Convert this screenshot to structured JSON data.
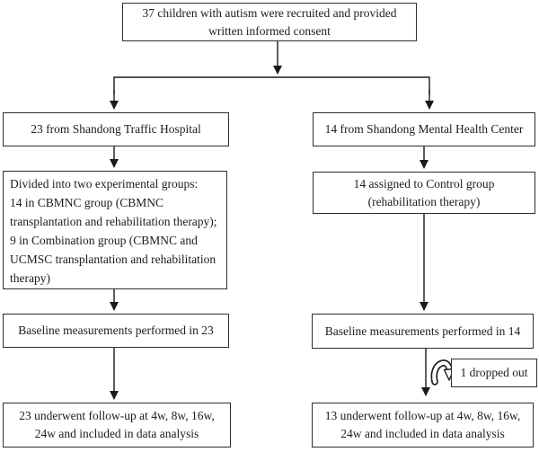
{
  "figure": {
    "type": "flowchart",
    "background": "#ffffff",
    "line_color": "#1a1a1a",
    "box_border_color": "#2e2e2e",
    "text_color": "#1c1c1c"
  },
  "nodes": {
    "recruited": {
      "lines": [
        "37 children with autism were recruited and provided",
        "written informed consent"
      ]
    },
    "traffic": {
      "lines": [
        "23 from Shandong Traffic Hospital"
      ]
    },
    "mental": {
      "lines": [
        "14 from Shandong Mental Health Center"
      ]
    },
    "groups": {
      "lines": [
        "Divided into two experimental groups:",
        "14 in CBMNC group (CBMNC",
        "transplantation and rehabilitation therapy);",
        "9 in Combination group (CBMNC and",
        "UCMSC transplantation and rehabilitation",
        "therapy)"
      ]
    },
    "control": {
      "lines": [
        "14 assigned to Control group",
        "(rehabilitation therapy)"
      ]
    },
    "baseline_left": {
      "lines": [
        "Baseline measurements performed in 23"
      ]
    },
    "baseline_right": {
      "lines": [
        "Baseline measurements performed in 14"
      ]
    },
    "dropout": {
      "lines": [
        "1 dropped out"
      ]
    },
    "followup_left": {
      "lines": [
        "23 underwent follow-up at 4w, 8w, 16w,",
        "24w and included in data analysis"
      ]
    },
    "followup_right": {
      "lines": [
        "13 underwent follow-up at 4w, 8w, 16w,",
        "24w and included in data analysis"
      ]
    }
  },
  "icons": {
    "dropout_loop": "loop-arrow"
  }
}
